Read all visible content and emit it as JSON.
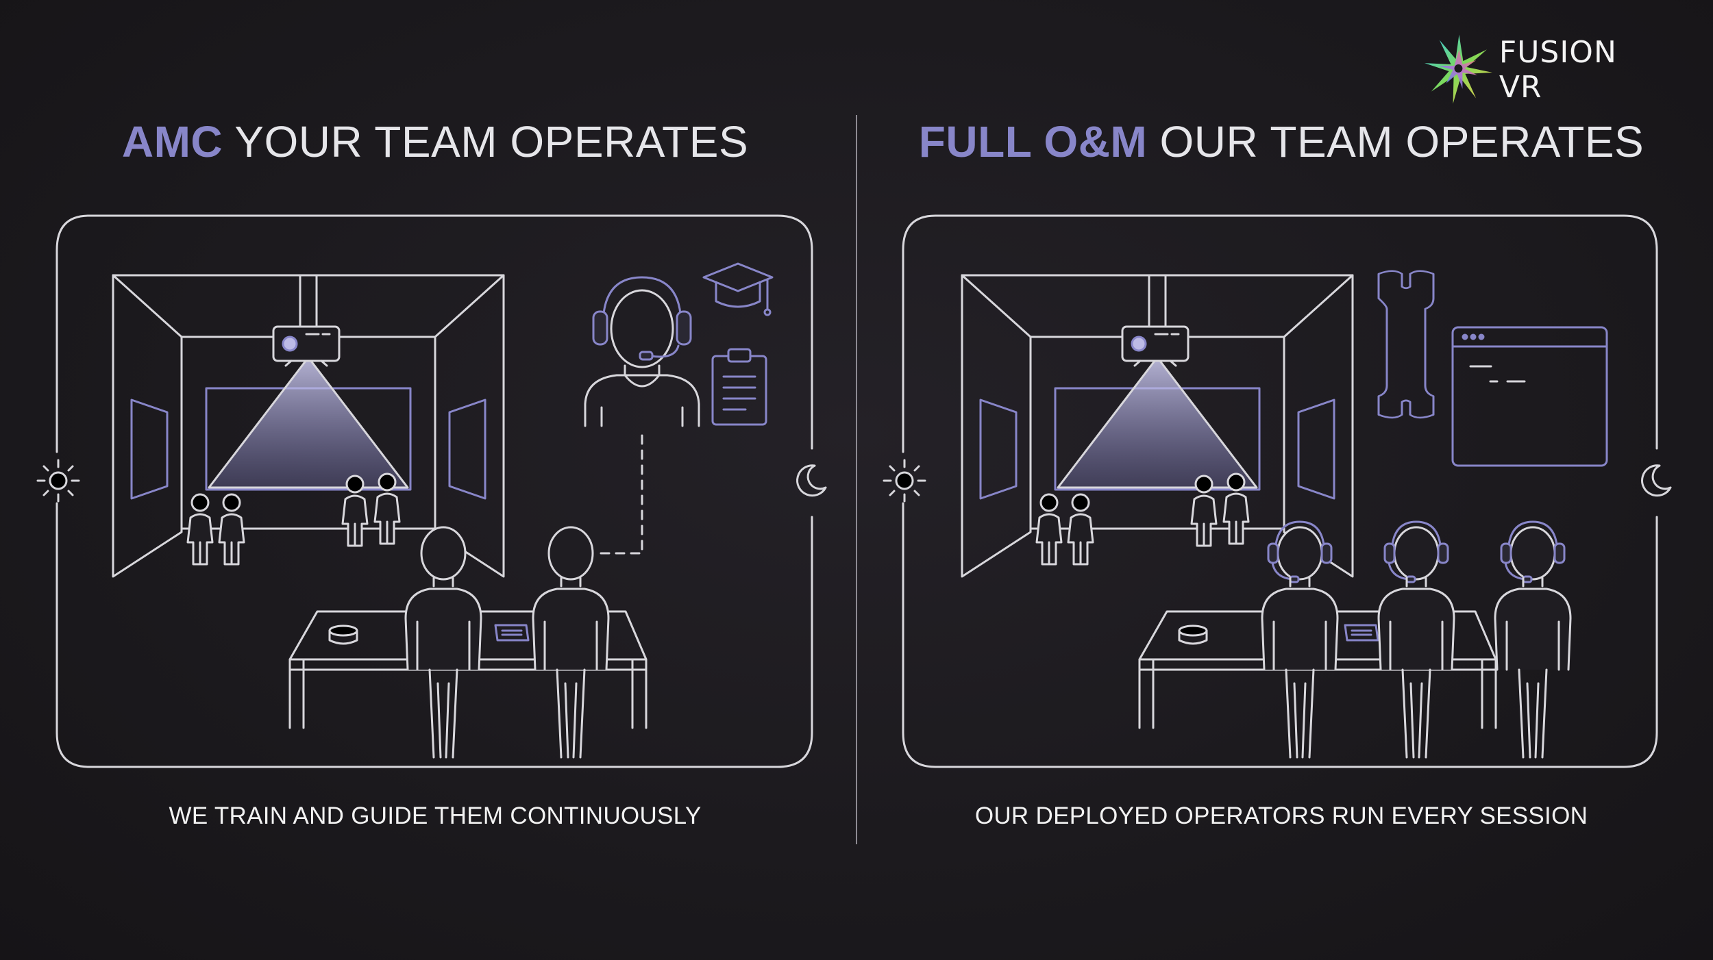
{
  "logo": {
    "name": "FUSION VR"
  },
  "panels": [
    {
      "accent": "AMC",
      "title_rest": "YOUR TEAM OPERATES",
      "caption": "WE TRAIN AND GUIDE THEM CONTINUOUSLY"
    },
    {
      "accent": "FULL O&M",
      "title_rest": "OUR TEAM OPERATES",
      "caption": "OUR DEPLOYED OPERATORS RUN EVERY SESSION"
    }
  ],
  "icons": [
    "sun-icon",
    "moon-icon",
    "headset-operator-icon",
    "graduation-cap-icon",
    "clipboard-icon",
    "wrench-icon",
    "terminal-window-icon",
    "projector-icon"
  ],
  "colors": {
    "background": "#1c1a1e",
    "line": "#d8d7dc",
    "accent": "#8886c9",
    "text": "#e6e6ea"
  }
}
